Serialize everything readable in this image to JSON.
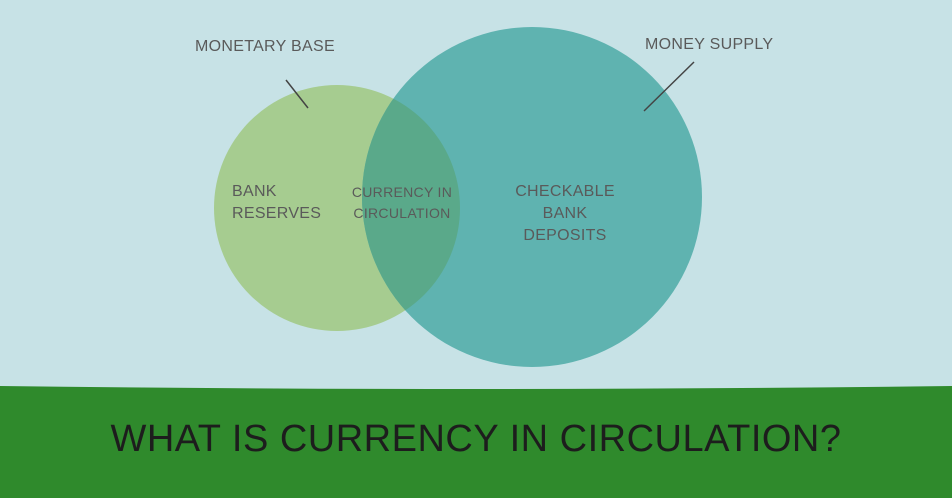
{
  "diagram": {
    "labels": {
      "monetary_base": "MONETARY BASE",
      "money_supply": "MONEY SUPPLY",
      "bank_reserves": "BANK\nRESERVES",
      "currency_in_circulation": "CURRENCY IN\nCIRCULATION",
      "checkable_bank_deposits": "CHECKABLE\nBANK\nDEPOSITS"
    },
    "colors": {
      "background": "#c7e2e6",
      "monetary_base_circle": "#a6cc90",
      "money_supply_circle": "#5fb3b0",
      "overlap": "#5aa98a",
      "footer_band": "#2f8a2c",
      "text": "#5a5a5a",
      "headline_text": "#1d1d1d"
    }
  },
  "footer": {
    "headline": "WHAT IS CURRENCY IN CIRCULATION?"
  }
}
